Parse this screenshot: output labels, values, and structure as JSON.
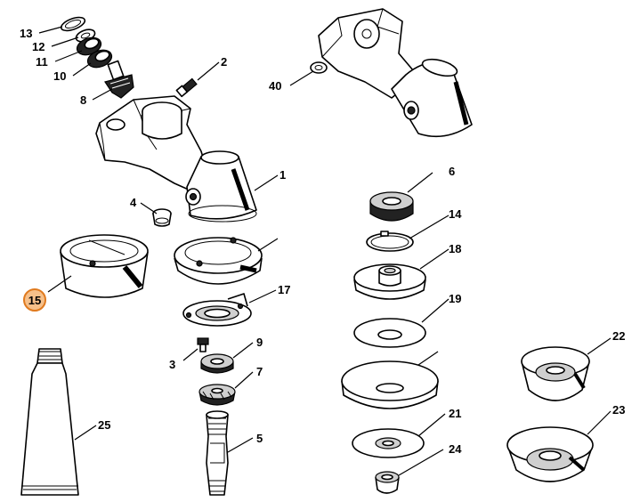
{
  "labels": {
    "p1": "1",
    "p2": "2",
    "p3": "3",
    "p4": "4",
    "p5": "5",
    "p6": "6",
    "p7": "7",
    "p8": "8",
    "p9": "9",
    "p10": "10",
    "p11": "11",
    "p12": "12",
    "p13": "13",
    "p14": "14",
    "p15": "15",
    "p17": "17",
    "p18": "18",
    "p19": "19",
    "p21": "21",
    "p22": "22",
    "p23": "23",
    "p24": "24",
    "p25": "25",
    "p40": "40"
  },
  "highlight": {
    "part": "15",
    "color": "#f6c08a",
    "border": "#e07a1e"
  }
}
